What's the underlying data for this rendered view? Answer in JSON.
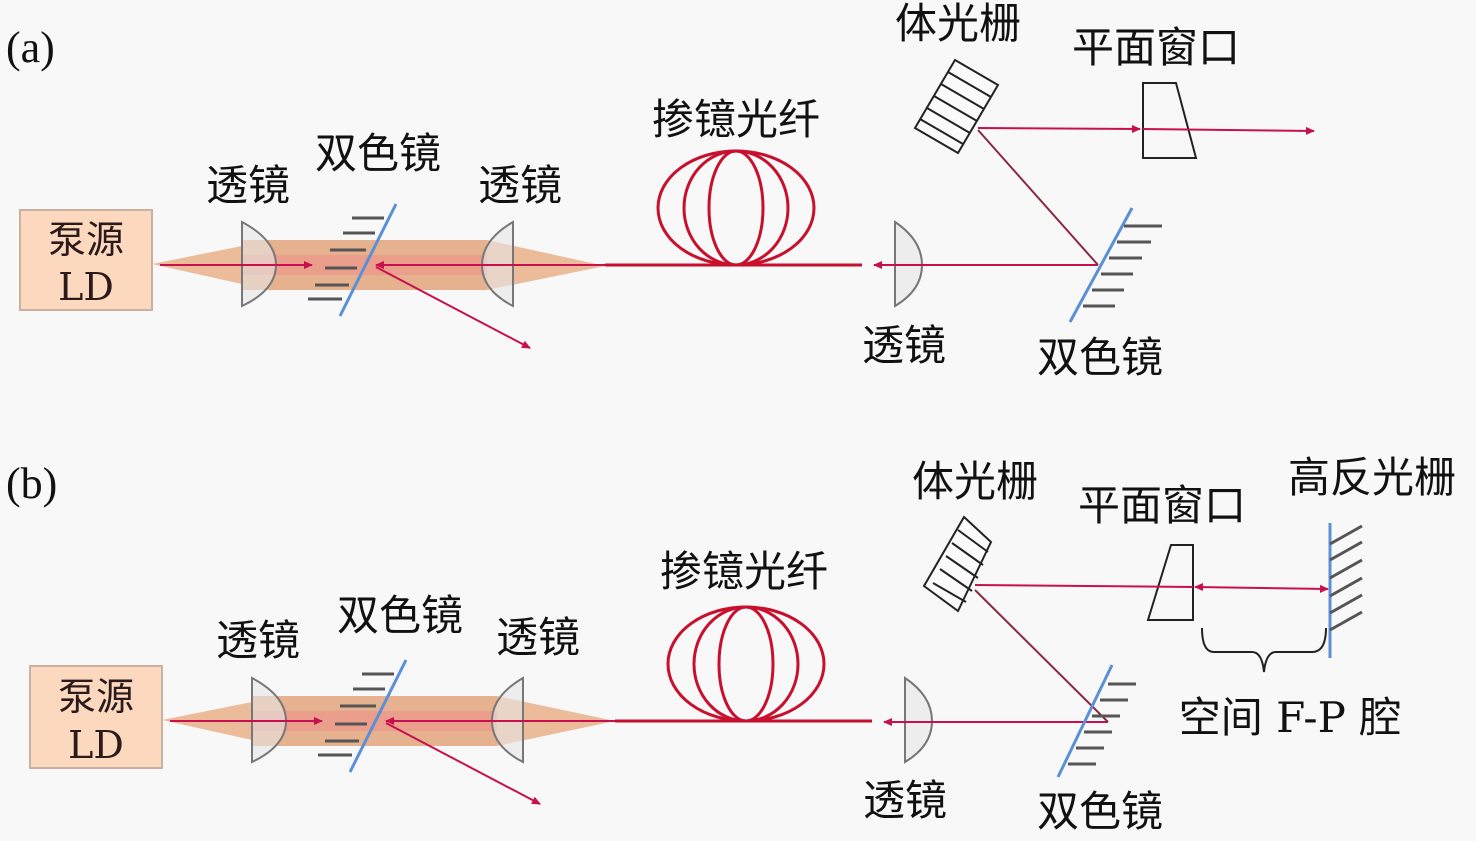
{
  "colors": {
    "background": "#f8f8f8",
    "beam": "#d4145a",
    "pump_beam": "#e9b08a",
    "pump_core": "#f0968a",
    "ld_box": "#fcd8bf",
    "mirror_blue": "#5b8fd6",
    "mirror_coat": "#a8d8f0",
    "outline": "#222222",
    "lens_fill": "#e6e6e6"
  },
  "panels": [
    {
      "id": "a",
      "label": "(a)",
      "pump_source": {
        "line1": "泵源",
        "line2": "LD"
      },
      "labels": {
        "lens_left": "透镜",
        "dichroic_left": "双色镜",
        "lens_right": "透镜",
        "fiber": "掺镱光纤",
        "vbg": "体光栅",
        "window": "平面窗口",
        "lens_out": "透镜",
        "dichroic_right": "双色镜"
      }
    },
    {
      "id": "b",
      "label": "(b)",
      "pump_source": {
        "line1": "泵源",
        "line2": "LD"
      },
      "labels": {
        "lens_left": "透镜",
        "dichroic_left": "双色镜",
        "lens_right": "透镜",
        "fiber": "掺镱光纤",
        "vbg": "体光栅",
        "window": "平面窗口",
        "hr_grating": "高反光栅",
        "cavity": "空间 F-P 腔",
        "lens_out": "透镜",
        "dichroic_right": "双色镜"
      }
    }
  ]
}
